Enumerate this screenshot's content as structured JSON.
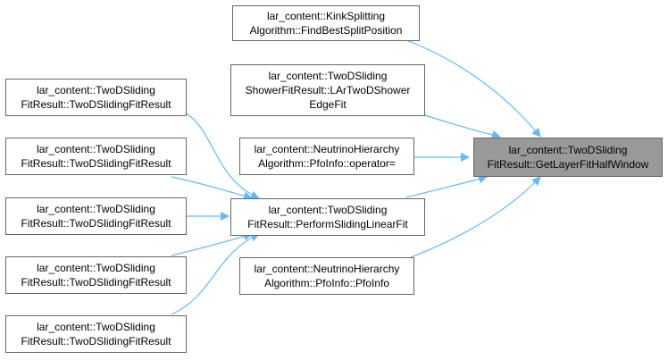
{
  "colors": {
    "edge": "#63b8ff",
    "node_border": "#666666",
    "target_fill": "#999999"
  },
  "nodes": {
    "target": {
      "line1": "lar_content::TwoDSliding",
      "line2": "FitResult::GetLayerFitHalfWindow"
    },
    "kink": {
      "line1": "lar_content::KinkSplitting",
      "line2": "Algorithm::FindBestSplitPosition"
    },
    "shower": {
      "line1": "lar_content::TwoDSliding",
      "line2": "ShowerFitResult::LArTwoDShower",
      "line3": "EdgeFit"
    },
    "operator": {
      "line1": "lar_content::NeutrinoHierarchy",
      "line2": "Algorithm::PfoInfo::operator="
    },
    "perform": {
      "line1": "lar_content::TwoDSliding",
      "line2": "FitResult::PerformSlidingLinearFit"
    },
    "pfoinfo": {
      "line1": "lar_content::NeutrinoHierarchy",
      "line2": "Algorithm::PfoInfo::PfoInfo"
    },
    "ctor1": {
      "line1": "lar_content::TwoDSliding",
      "line2": "FitResult::TwoDSlidingFitResult"
    },
    "ctor2": {
      "line1": "lar_content::TwoDSliding",
      "line2": "FitResult::TwoDSlidingFitResult"
    },
    "ctor3": {
      "line1": "lar_content::TwoDSliding",
      "line2": "FitResult::TwoDSlidingFitResult"
    },
    "ctor4": {
      "line1": "lar_content::TwoDSliding",
      "line2": "FitResult::TwoDSlidingFitResult"
    },
    "ctor5": {
      "line1": "lar_content::TwoDSliding",
      "line2": "FitResult::TwoDSlidingFitResult"
    }
  }
}
